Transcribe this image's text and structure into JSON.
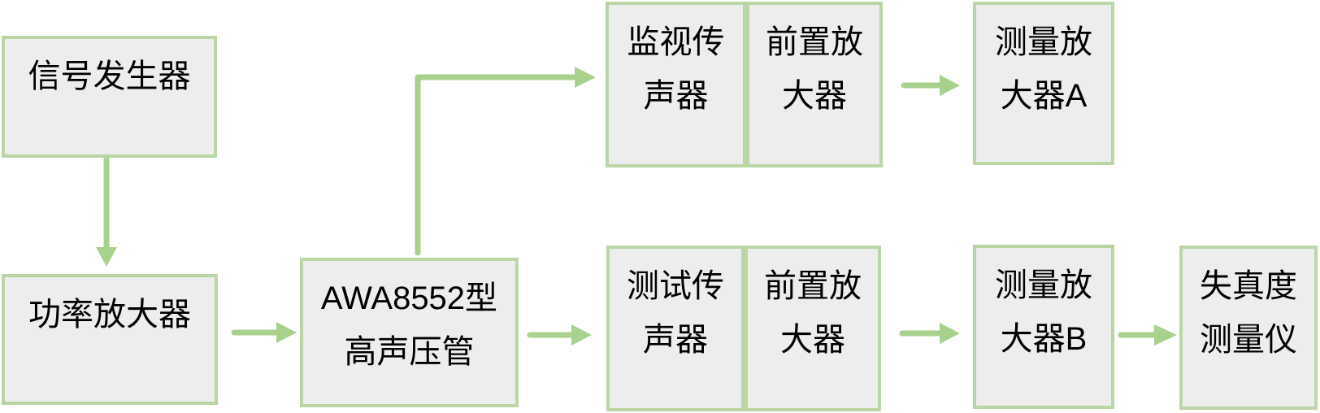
{
  "diagram": {
    "description": "Acoustic distortion measurement system block diagram",
    "boxes": [
      {
        "id": "signal-generator",
        "label": "信号发生器",
        "lines": [
          "信号发生器"
        ]
      },
      {
        "id": "power-amplifier",
        "label": "功率放大器",
        "lines": [
          "功率放大器"
        ]
      },
      {
        "id": "awa8552-tube",
        "label": "AWA8552型高声压管",
        "lines": [
          "AWA8552型",
          "高声压管"
        ]
      },
      {
        "id": "monitor-microphone",
        "label": "监视传声器",
        "lines": [
          "监视传",
          "声器"
        ]
      },
      {
        "id": "preamplifier-top",
        "label": "前置放大器",
        "lines": [
          "前置放",
          "大器"
        ]
      },
      {
        "id": "measuring-amplifier-a",
        "label": "测量放大器A",
        "lines": [
          "测量放",
          "大器A"
        ]
      },
      {
        "id": "test-microphone",
        "label": "测试传声器",
        "lines": [
          "测试传",
          "声器"
        ]
      },
      {
        "id": "preamplifier-bottom",
        "label": "前置放大器",
        "lines": [
          "前置放",
          "大器"
        ]
      },
      {
        "id": "measuring-amplifier-b",
        "label": "测量放大器B",
        "lines": [
          "测量放",
          "大器B"
        ]
      },
      {
        "id": "distortion-meter",
        "label": "失真度测量仪",
        "lines": [
          "失真度",
          "测量仪"
        ]
      }
    ],
    "connections": [
      {
        "from": "signal-generator",
        "to": "power-amplifier",
        "type": "straight-arrow-down"
      },
      {
        "from": "power-amplifier",
        "to": "awa8552-tube",
        "type": "straight-arrow-right"
      },
      {
        "from": "awa8552-tube",
        "to": "monitor-microphone",
        "type": "elbow-arrow-up-right"
      },
      {
        "from": "awa8552-tube",
        "to": "test-microphone",
        "type": "straight-arrow-right"
      },
      {
        "from": "preamplifier-top",
        "to": "measuring-amplifier-a",
        "type": "straight-arrow-right"
      },
      {
        "from": "preamplifier-bottom",
        "to": "measuring-amplifier-b",
        "type": "straight-arrow-right"
      },
      {
        "from": "measuring-amplifier-b",
        "to": "distortion-meter",
        "type": "straight-arrow-right"
      }
    ],
    "colors": {
      "background": "#ffffff",
      "box_fill": "#ededed",
      "box_border": "#b9d6a4",
      "arrow": "#a9d18e",
      "text": "#000000"
    }
  }
}
